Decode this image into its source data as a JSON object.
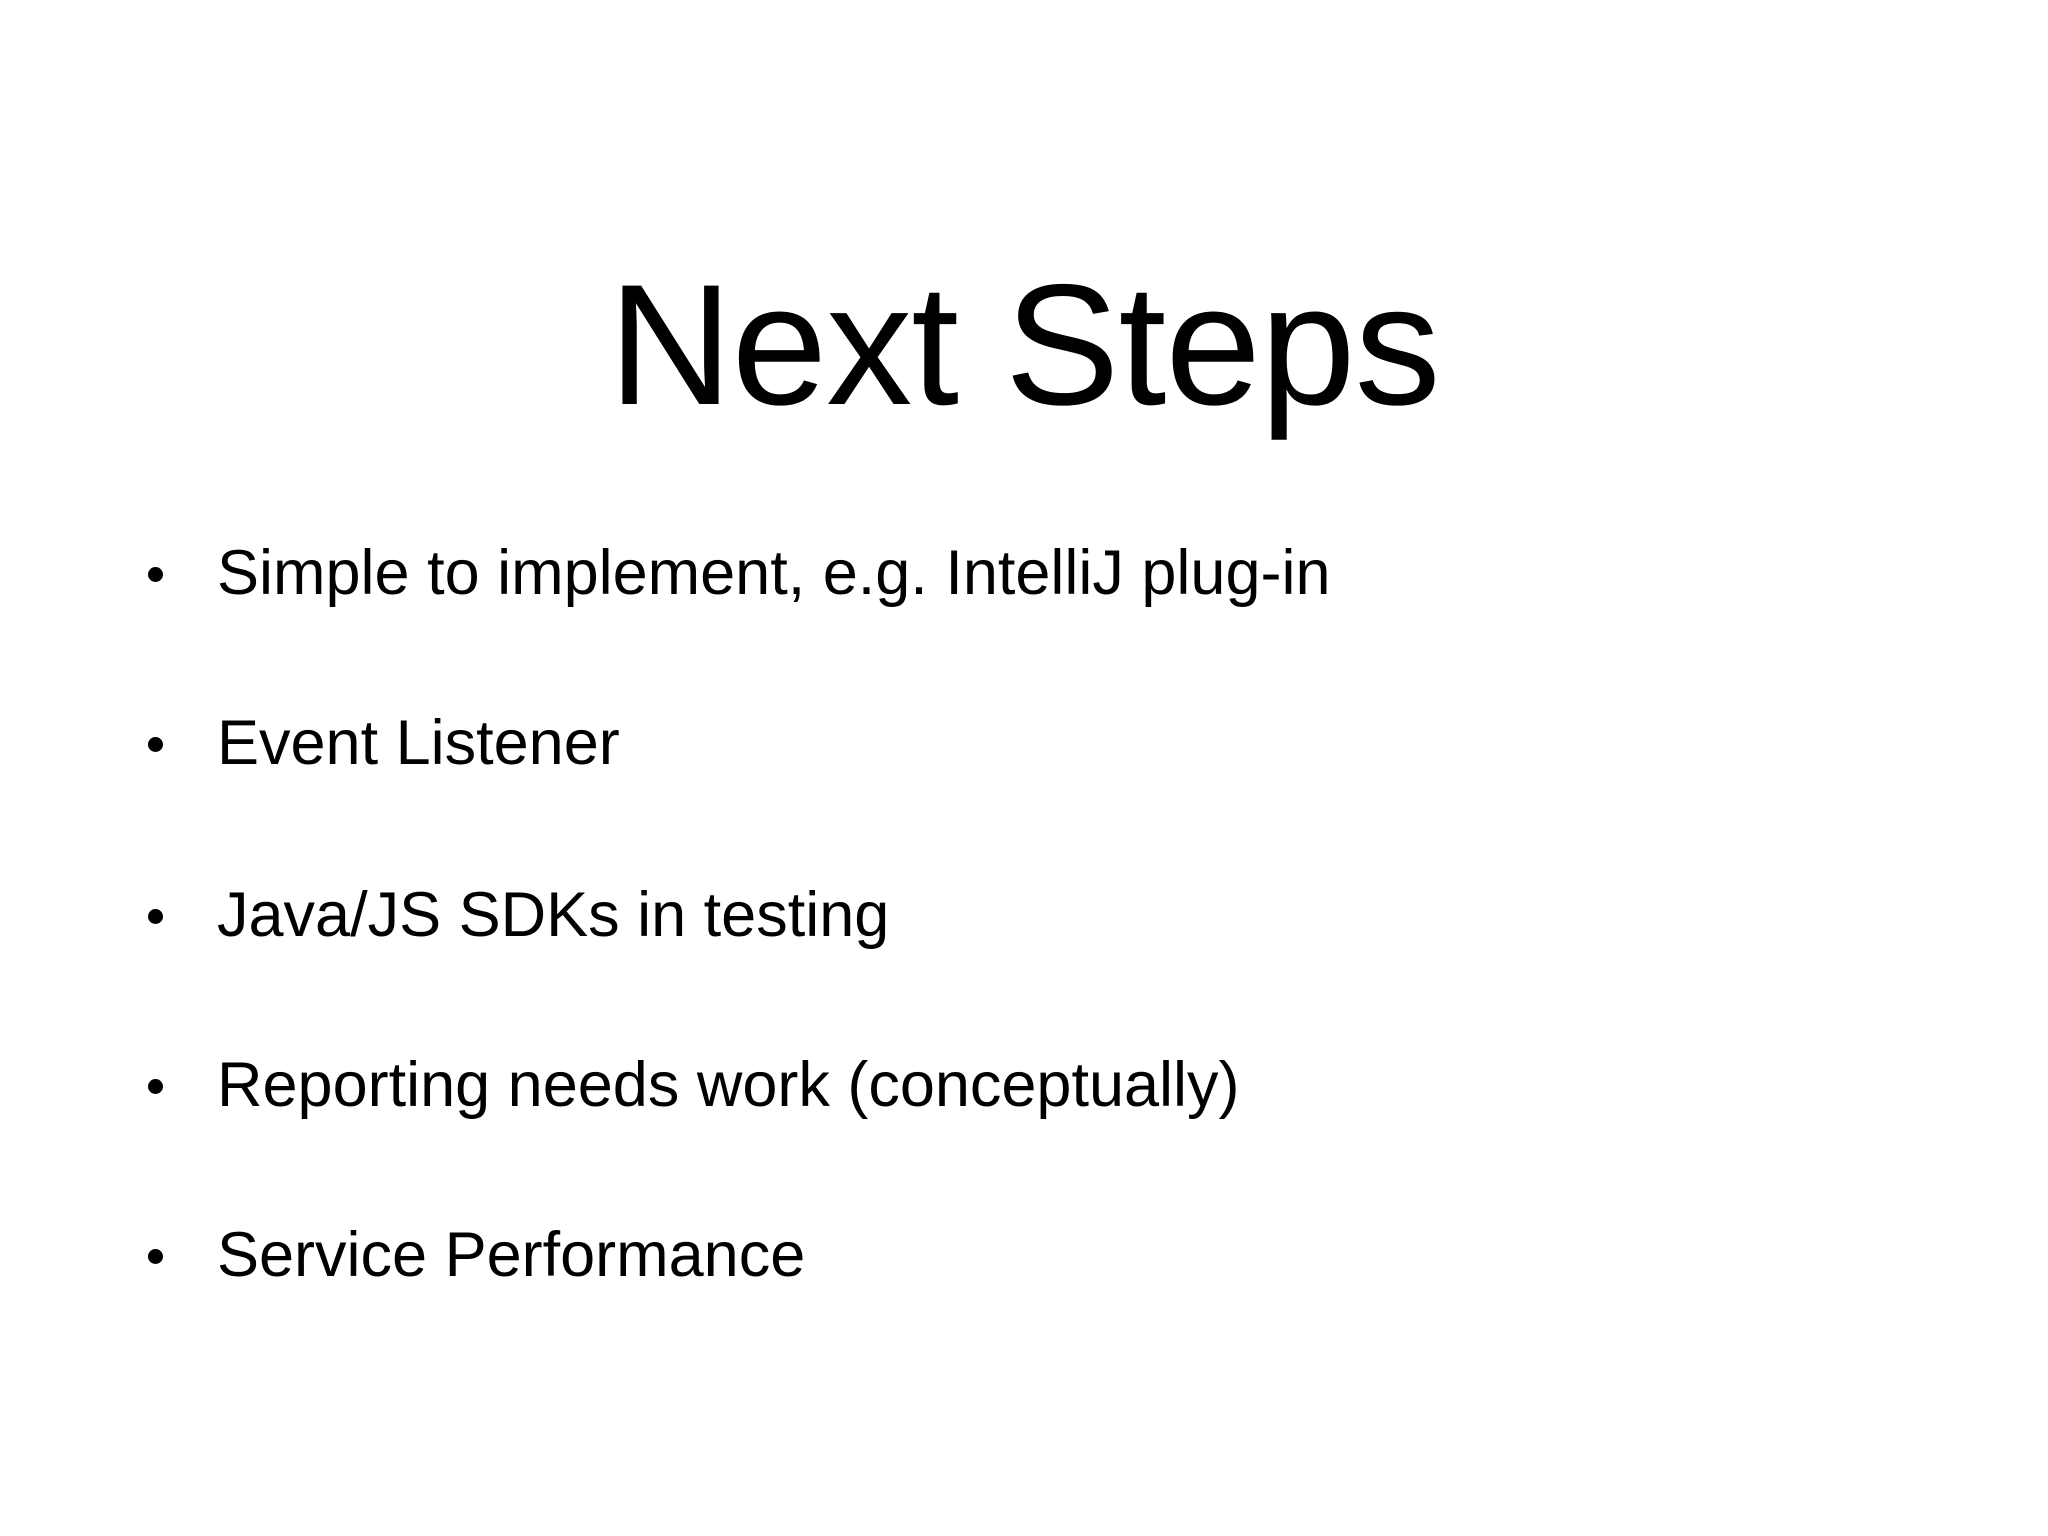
{
  "slide": {
    "background_color": "#ffffff",
    "text_color": "#000000",
    "title": "Next Steps",
    "bullet_glyph": "bullet-dot",
    "bullets": [
      {
        "text": "Simple to implement, e.g. IntelliJ plug-in"
      },
      {
        "text": "Event Listener"
      },
      {
        "text": "Java/JS SDKs in testing"
      },
      {
        "text": "Reporting needs work (conceptually)"
      },
      {
        "text": "Service Performance"
      }
    ]
  }
}
